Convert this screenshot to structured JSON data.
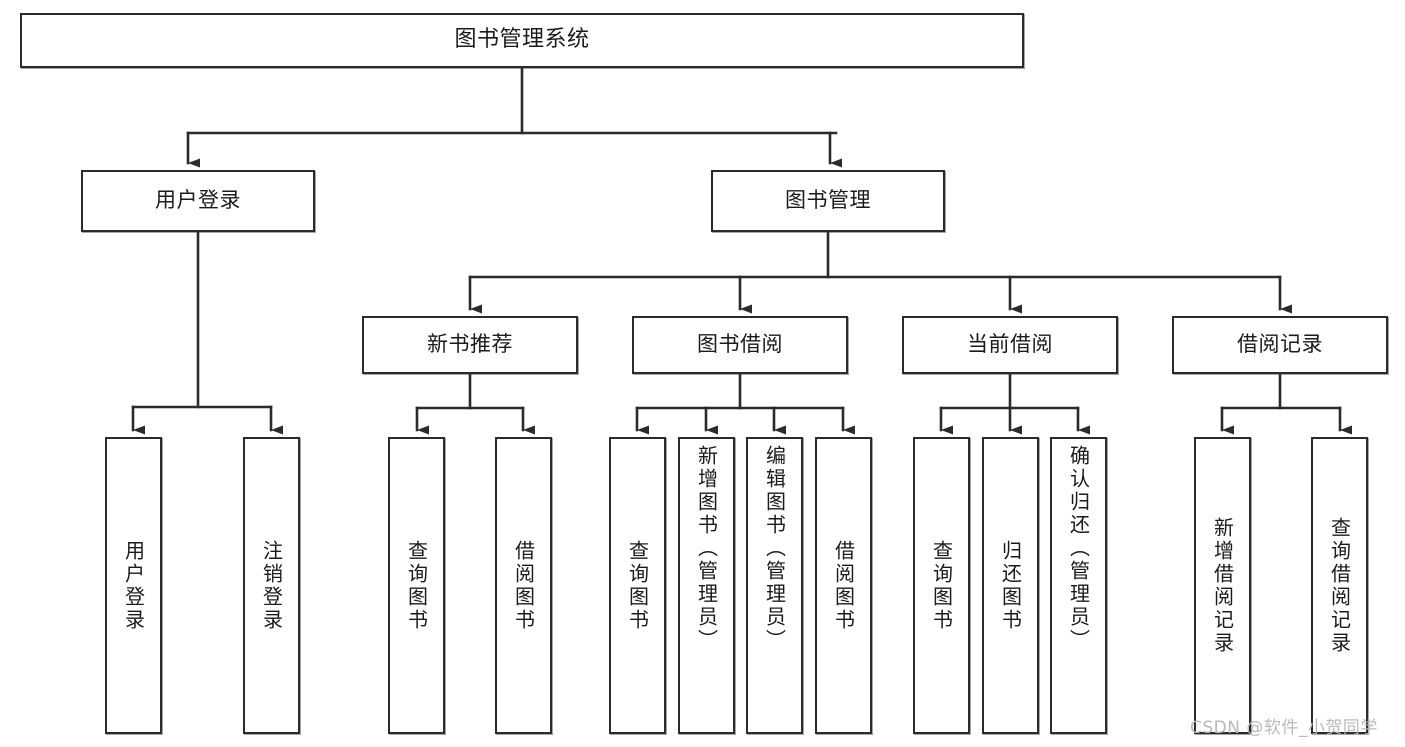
{
  "diagram": {
    "title": "图书管理系统",
    "type": "hierarchy-tree",
    "colors": {
      "box_border": "#2b2b2b",
      "box_fill": "#ffffff",
      "connector": "#2b2b2b",
      "text": "#1b1b1b",
      "watermark": "#b9b9b9",
      "background": "#ffffff"
    },
    "levels": {
      "root": {
        "label": "图书管理系统"
      },
      "level2": [
        {
          "id": "user-login",
          "label": "用户登录"
        },
        {
          "id": "book-management",
          "label": "图书管理"
        }
      ],
      "level3": [
        {
          "id": "new-book-recommend",
          "label": "新书推荐"
        },
        {
          "id": "book-borrow",
          "label": "图书借阅"
        },
        {
          "id": "current-borrow",
          "label": "当前借阅"
        },
        {
          "id": "borrow-record",
          "label": "借阅记录"
        }
      ],
      "leaves": {
        "user-login": [
          {
            "id": "leaf-user-login",
            "label": "用户登录"
          },
          {
            "id": "leaf-user-logout",
            "label": "注销登录"
          }
        ],
        "new-book-recommend": [
          {
            "id": "leaf-query-book-1",
            "label": "查询图书"
          },
          {
            "id": "leaf-borrow-book-1",
            "label": "借阅图书"
          }
        ],
        "book-borrow": [
          {
            "id": "leaf-query-book-2",
            "label": "查询图书"
          },
          {
            "id": "leaf-add-book",
            "label": "新增图书（管理员）"
          },
          {
            "id": "leaf-edit-book",
            "label": "编辑图书（管理员）"
          },
          {
            "id": "leaf-borrow-book-2",
            "label": "借阅图书"
          }
        ],
        "current-borrow": [
          {
            "id": "leaf-query-book-3",
            "label": "查询图书"
          },
          {
            "id": "leaf-return-book",
            "label": "归还图书"
          },
          {
            "id": "leaf-confirm-return",
            "label": "确认归还（管理员）"
          }
        ],
        "borrow-record": [
          {
            "id": "leaf-add-record",
            "label": "新增借阅记录"
          },
          {
            "id": "leaf-query-record",
            "label": "查询借阅记录"
          }
        ]
      }
    },
    "watermark": "CSDN @软件_小贺同学"
  }
}
